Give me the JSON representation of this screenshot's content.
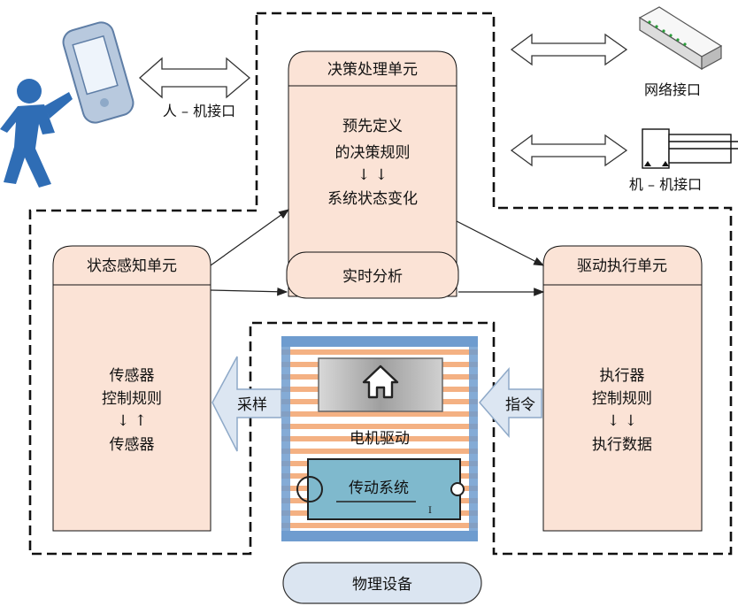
{
  "decision_unit": {
    "title": "决策处理单元",
    "body": [
      "预先定义",
      "的决策规则",
      "↓ ↓",
      "系统状态变化"
    ],
    "analysis": "实时分析"
  },
  "sensing_unit": {
    "title": "状态感知单元",
    "body": [
      "传感器",
      "控制规则",
      "↓ ↑",
      "传感器"
    ]
  },
  "driving_unit": {
    "title": "驱动执行单元",
    "body": [
      "执行器",
      "控制规则",
      "↓ ↓",
      "执行数据"
    ]
  },
  "interfaces": {
    "human_machine": "人 – 机接口",
    "network": "网络接口",
    "machine_machine": "机 – 机接口"
  },
  "arrows": {
    "sample": "采样",
    "command": "指令"
  },
  "device": {
    "motor_drive": "电机驱动",
    "transmission": "传动系统",
    "tick": "I",
    "physical": "物理设备"
  },
  "colors": {
    "unit_fill": "#fbe3d6",
    "arrow_fill": "#dce6f2",
    "arrow_stroke": "#8ea9c8",
    "device_fill": "#b7dde8",
    "physical_fill": "#dbe5f1",
    "stripe": "#f4b183"
  }
}
